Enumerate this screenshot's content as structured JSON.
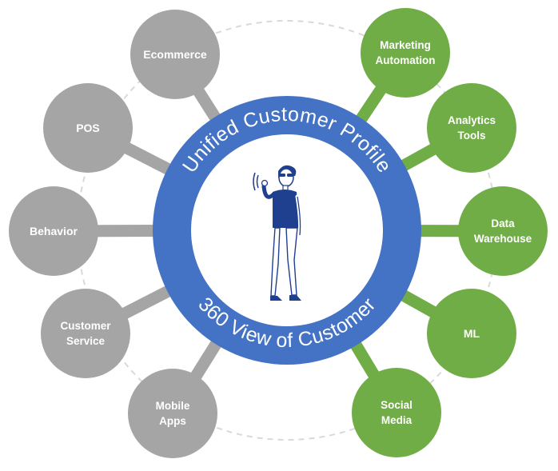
{
  "center": {
    "top_arc_text": "Unified Customer Profile",
    "bottom_arc_text": "360 View of Customer",
    "figure_icon": "person-waving-icon"
  },
  "colors": {
    "ring": "#4472c4",
    "gray_node": "#a5a5a5",
    "green_node": "#70ad47",
    "orbit": "#d9d9d9",
    "figure_shirt": "#1f3f8f",
    "figure_outline": "#1f3f8f"
  },
  "nodes": [
    {
      "id": "ecommerce",
      "lines": [
        "Ecommerce"
      ],
      "group": "gray"
    },
    {
      "id": "pos",
      "lines": [
        "POS"
      ],
      "group": "gray"
    },
    {
      "id": "behavior",
      "lines": [
        "Behavior"
      ],
      "group": "gray"
    },
    {
      "id": "customer-service",
      "lines": [
        "Customer",
        "Service"
      ],
      "group": "gray"
    },
    {
      "id": "mobile-apps",
      "lines": [
        "Mobile",
        "Apps"
      ],
      "group": "gray"
    },
    {
      "id": "marketing-automation",
      "lines": [
        "Marketing",
        "Automation"
      ],
      "group": "green"
    },
    {
      "id": "analytics-tools",
      "lines": [
        "Analytics",
        "Tools"
      ],
      "group": "green"
    },
    {
      "id": "data-warehouse",
      "lines": [
        "Data",
        "Warehouse"
      ],
      "group": "green"
    },
    {
      "id": "ml",
      "lines": [
        "ML"
      ],
      "group": "green"
    },
    {
      "id": "social-media",
      "lines": [
        "Social",
        "Media"
      ],
      "group": "green"
    }
  ]
}
